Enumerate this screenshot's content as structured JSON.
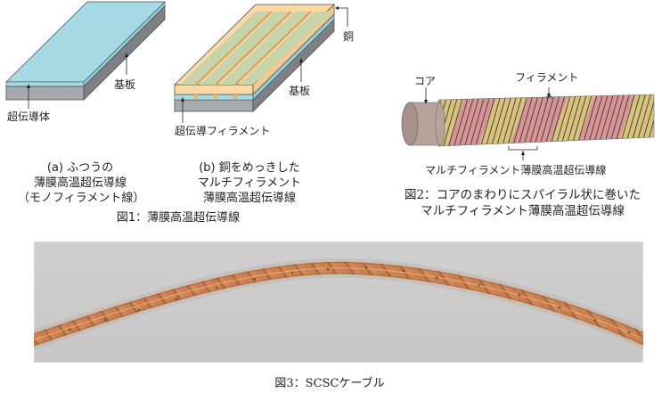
{
  "figure1": {
    "panel_a": {
      "labels": {
        "superconductor": "超伝導体",
        "substrate": "基板"
      },
      "caption_lines": [
        "(a) ふつうの",
        "薄膜高温超伝導線",
        "（モノフィラメント線）"
      ],
      "colors": {
        "top": "#a6dbe5",
        "side_front": "#a7a9ac",
        "side_right": "#7e8083",
        "sc_layer": "#a6dbe5"
      }
    },
    "panel_b": {
      "labels": {
        "copper": "銅",
        "substrate": "基板",
        "sc_filament": "超伝導フィラメント"
      },
      "caption_lines": [
        "(b) 銅をめっきした",
        "マルチフィラメント",
        "薄膜高温超伝導線"
      ],
      "colors": {
        "copper": "#fbd9a4",
        "filament_area": "#c7d3a8",
        "groove": "#e8b46a",
        "substrate": "#a7a9ac"
      }
    },
    "caption": "図1：薄膜高温超伝導線"
  },
  "figure2": {
    "labels": {
      "core": "コア",
      "filament": "フィラメント",
      "cable": "マルチフィラメント薄膜高温超伝導線"
    },
    "caption_lines": [
      "図2：コアのまわりにスパイラル状に巻いた",
      "マルチフィラメント薄膜高温超伝導線"
    ],
    "colors": {
      "core": "#b8a39b",
      "tape_yellow": "#d9c27a",
      "tape_pink": "#d99496",
      "stripe": "#3a3a3a"
    }
  },
  "figure3": {
    "caption": "図3：SCSCケーブル",
    "colors": {
      "background": "#cbcbcc",
      "cable": "#c9804e",
      "cable_highlight": "#e8a47a"
    }
  }
}
